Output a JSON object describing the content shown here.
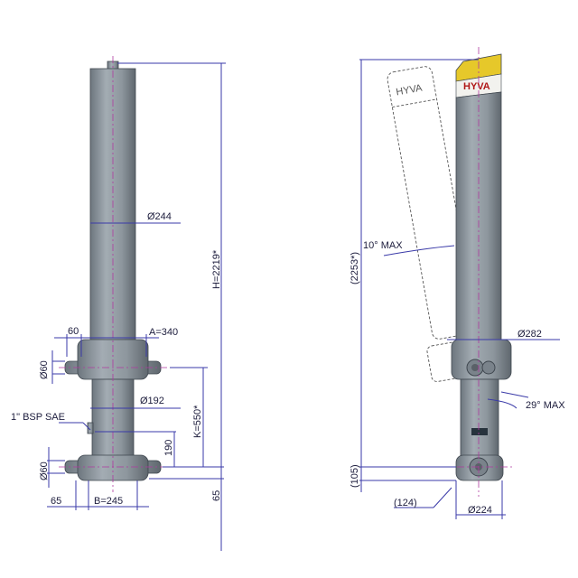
{
  "title": "Telescopic hydraulic cylinder technical drawing",
  "colors": {
    "body": "#8e979f",
    "dimension": "#3a3aa8",
    "centerline": "#b03aa0",
    "cap": "#e6c82a"
  },
  "left_view": {
    "tube_diameter": "Ø244",
    "height": "H=2219*",
    "pin_offset": "60",
    "A": "A=340",
    "top_pin_diameter": "Ø60",
    "stage_diameter": "Ø192",
    "port": "1\" BSP SAE",
    "K": "K=550*",
    "port_height": "190",
    "bottom_pin_diameter": "Ø60",
    "bottom_offset": "65",
    "B": "B=245",
    "base_height": "65"
  },
  "right_view": {
    "logo": "HYVA",
    "height": "(2253*)",
    "tilt": "10° MAX",
    "collar_diameter": "Ø282",
    "swing": "29° MAX",
    "base": "(105)",
    "offset": "(124)",
    "bottom_diameter": "Ø224"
  }
}
